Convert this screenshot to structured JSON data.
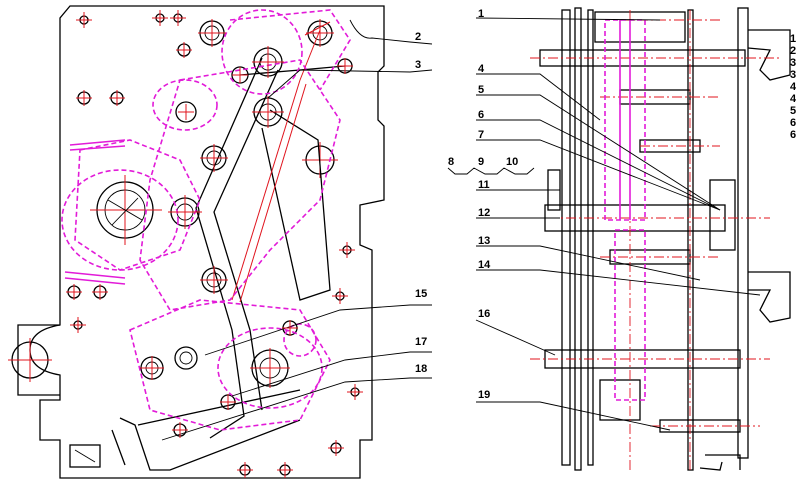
{
  "figure": {
    "colors": {
      "outline": "#000000",
      "centerline": "#e0141e",
      "hidden_parts": "#e21bd8",
      "background": "#ffffff"
    },
    "callouts": [
      "1",
      "2",
      "3",
      "4",
      "5",
      "6",
      "7",
      "8",
      "9",
      "10",
      "11",
      "12",
      "13",
      "14",
      "15",
      "16",
      "17",
      "18",
      "19"
    ],
    "edge_labels": [
      "1",
      "2",
      "3",
      "3",
      "4",
      "4",
      "5",
      "6",
      "6"
    ]
  }
}
